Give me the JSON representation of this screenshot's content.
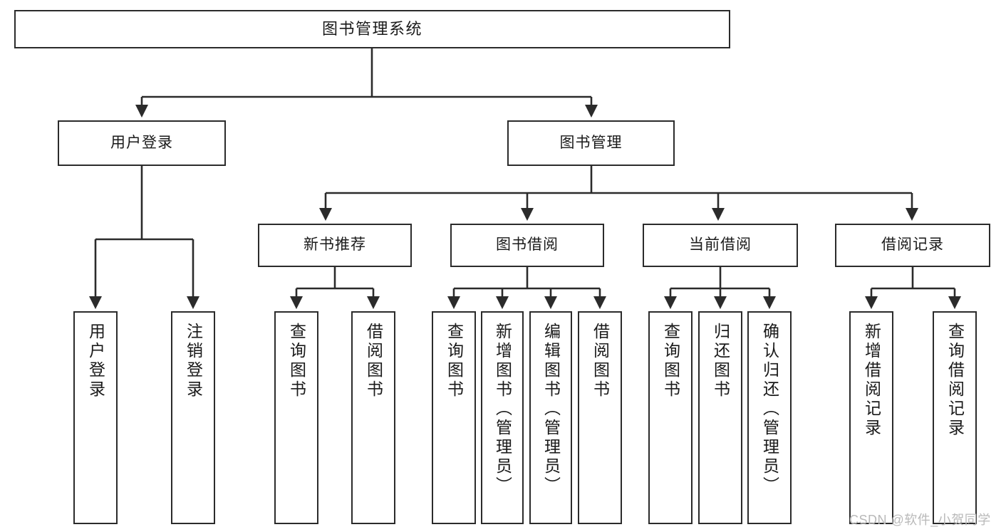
{
  "diagram": {
    "title": "图书管理系统",
    "type": "功能结构图",
    "style": {
      "box_border_color": "#2b2b2b",
      "box_fill_color": "#ffffff",
      "connector_color": "#2b2b2b",
      "background_color": "#ffffff",
      "text_color": "#1a1a1a"
    },
    "root": {
      "label": "图书管理系统"
    },
    "level1": [
      {
        "id": "user-login",
        "label": "用户登录"
      },
      {
        "id": "book-manage",
        "label": "图书管理"
      }
    ],
    "level2": [
      {
        "id": "new-book-recommend",
        "label": "新书推荐",
        "parent": "book-manage"
      },
      {
        "id": "book-borrow",
        "label": "图书借阅",
        "parent": "book-manage"
      },
      {
        "id": "current-borrow",
        "label": "当前借阅",
        "parent": "book-manage"
      },
      {
        "id": "borrow-record",
        "label": "借阅记录",
        "parent": "book-manage"
      }
    ],
    "leaves": {
      "user-login": [
        {
          "id": "leaf-user-login",
          "label": "用户登录"
        },
        {
          "id": "leaf-logout-login",
          "label": "注销登录"
        }
      ],
      "new-book-recommend": [
        {
          "id": "leaf-query-book-1",
          "label": "查询图书"
        },
        {
          "id": "leaf-borrow-book-1",
          "label": "借阅图书"
        }
      ],
      "book-borrow": [
        {
          "id": "leaf-query-book-2",
          "label": "查询图书"
        },
        {
          "id": "leaf-add-book",
          "label": "新增图书（管理员）"
        },
        {
          "id": "leaf-edit-book",
          "label": "编辑图书（管理员）"
        },
        {
          "id": "leaf-borrow-book-2",
          "label": "借阅图书"
        }
      ],
      "current-borrow": [
        {
          "id": "leaf-query-book-3",
          "label": "查询图书"
        },
        {
          "id": "leaf-return-book",
          "label": "归还图书"
        },
        {
          "id": "leaf-confirm-return",
          "label": "确认归还（管理员）"
        }
      ],
      "borrow-record": [
        {
          "id": "leaf-add-record",
          "label": "新增借阅记录"
        },
        {
          "id": "leaf-query-record",
          "label": "查询借阅记录"
        }
      ]
    }
  },
  "watermark": {
    "text": "CSDN @软件_小贺同学"
  }
}
